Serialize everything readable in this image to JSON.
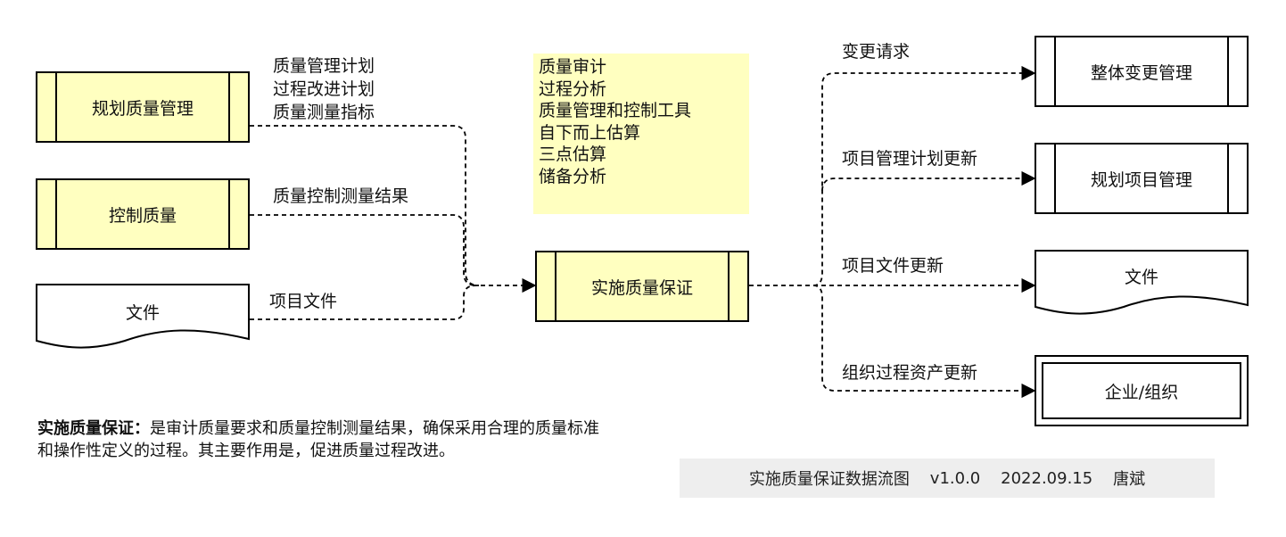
{
  "inputs": {
    "plan_quality": "规划质量管理",
    "control_quality": "控制质量",
    "documents": "文件"
  },
  "input_labels": {
    "plan_outputs": [
      "质量管理计划",
      "过程改进计划",
      "质量测量指标"
    ],
    "control_output": "质量控制测量结果",
    "project_docs": "项目文件"
  },
  "center": {
    "process": "实施质量保证",
    "tools": [
      "质量审计",
      "过程分析",
      "质量管理和控制工具",
      "自下而上估算",
      "三点估算",
      "储备分析"
    ]
  },
  "outputs": {
    "change_request": "变更请求",
    "integrated_change": "整体变更管理",
    "pm_plan_update": "项目管理计划更新",
    "plan_pm": "规划项目管理",
    "doc_update": "项目文件更新",
    "documents": "文件",
    "opa_update": "组织过程资产更新",
    "enterprise": "企业/组织"
  },
  "definition": {
    "term": "实施质量保证：",
    "text": "是审计质量要求和质量控制测量结果，确保采用合理的质量标准和操作性定义的过程。其主要作用是，促进质量过程改进。"
  },
  "footer": {
    "title": "实施质量保证数据流图",
    "version": "v1.0.0",
    "date": "2022.09.15",
    "author": "唐斌"
  }
}
